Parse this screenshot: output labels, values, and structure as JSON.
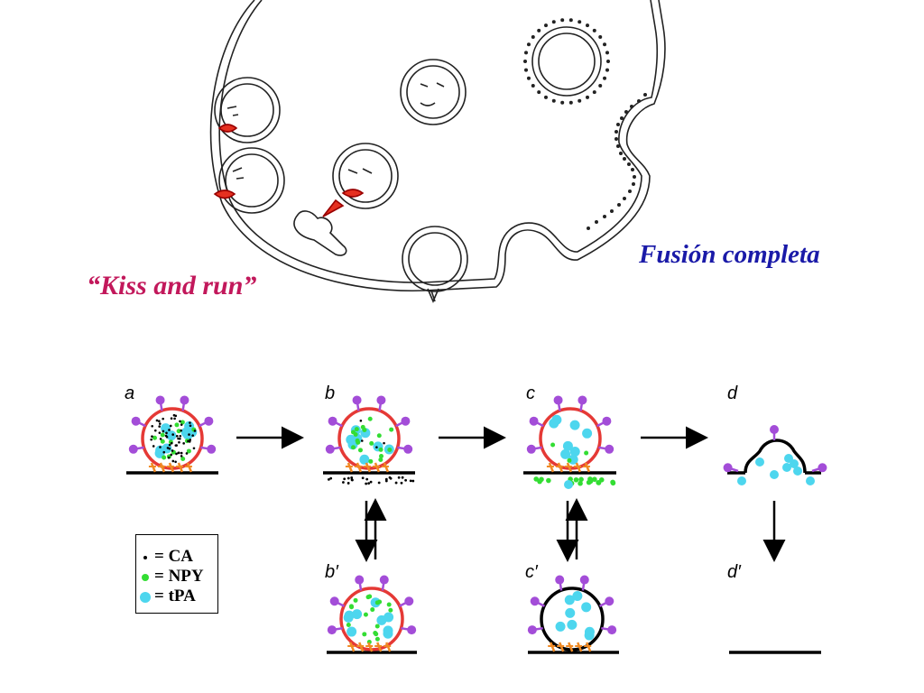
{
  "captions": {
    "kiss_and_run": "“Kiss and run”",
    "full_fusion": "Fusión completa"
  },
  "panel_labels": {
    "a": "a",
    "b": "b",
    "c": "c",
    "d": "d",
    "b_prime": "b′",
    "c_prime": "c′",
    "d_prime": "d′"
  },
  "legend": {
    "ca": "= CA",
    "npy": "= NPY",
    "tpa": "= tPA"
  },
  "colors": {
    "vesicle_membrane": "#e53935",
    "ca": "#000000",
    "npy": "#33dd33",
    "tpa": "#4dd6ee",
    "receptor": "#a34dd8",
    "snare": "#f08a24",
    "kiss_caption": "#c2185b",
    "full_caption": "#1a1aa8"
  }
}
